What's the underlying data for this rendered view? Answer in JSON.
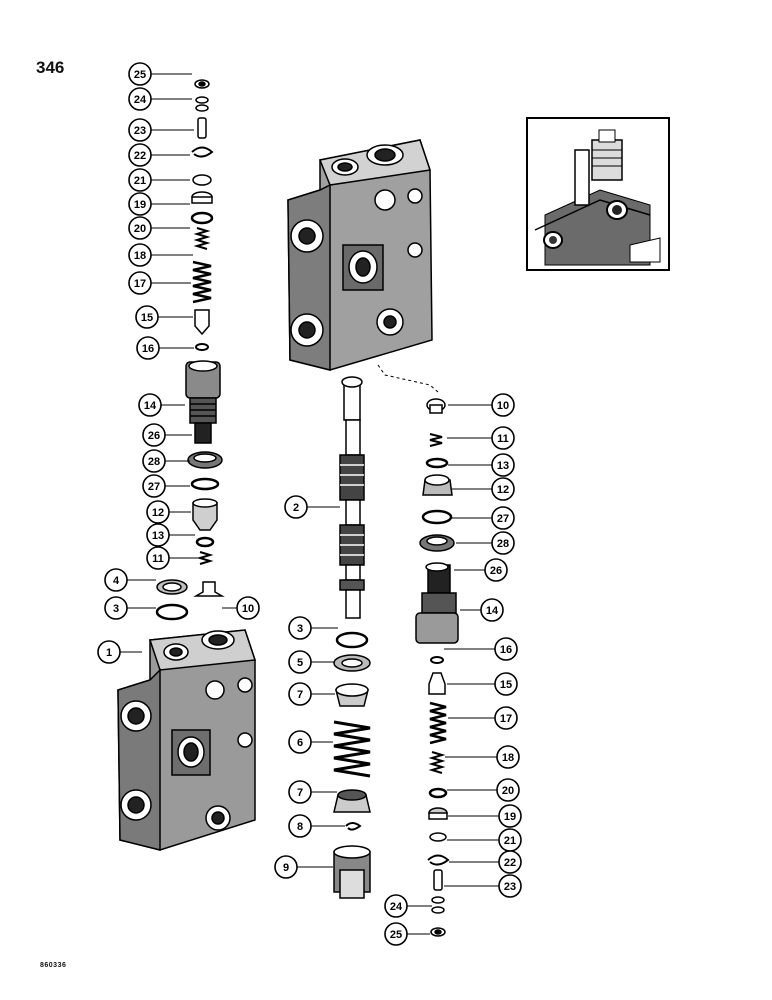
{
  "page_number": "346",
  "figure_code": "860336",
  "left_column_callouts": [
    "25",
    "24",
    "23",
    "22",
    "21",
    "19",
    "20",
    "18",
    "17",
    "15",
    "16",
    "14",
    "26",
    "28",
    "27",
    "12",
    "13",
    "11",
    "4",
    "10",
    "3",
    "1"
  ],
  "center_column_callouts": [
    "2",
    "3",
    "5",
    "7",
    "6",
    "7",
    "8",
    "9"
  ],
  "right_column_callouts": [
    "10",
    "11",
    "13",
    "12",
    "27",
    "28",
    "26",
    "14",
    "16",
    "15",
    "17",
    "18",
    "20",
    "19",
    "21",
    "22",
    "23",
    "24",
    "25"
  ]
}
